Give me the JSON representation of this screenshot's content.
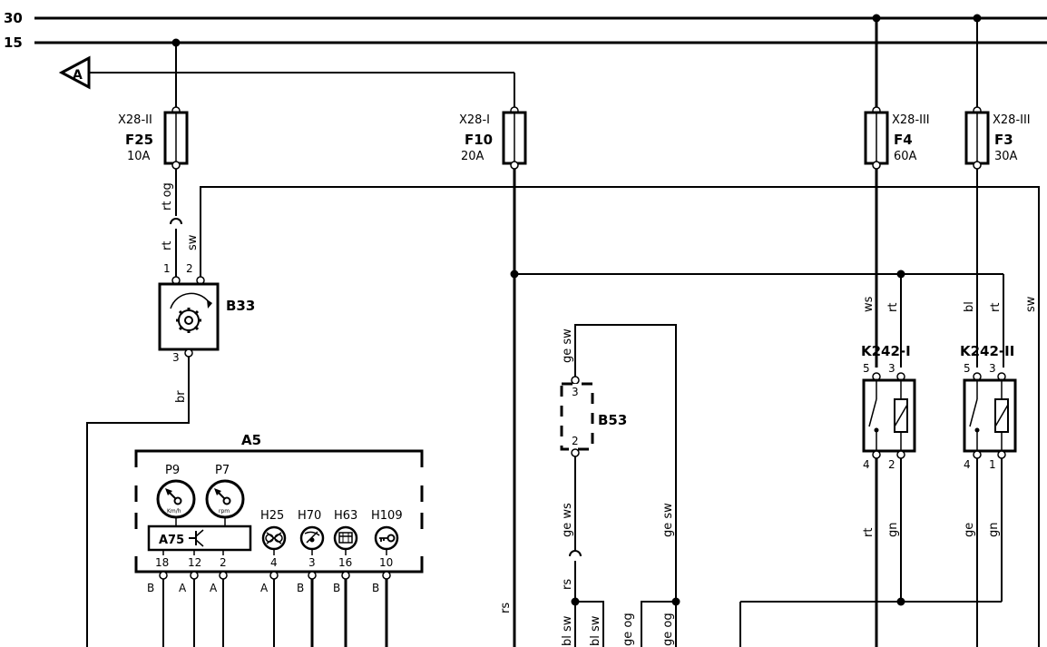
{
  "rails": [
    {
      "label": "30"
    },
    {
      "label": "15"
    }
  ],
  "connector_flag": {
    "label": "A"
  },
  "fuses": [
    {
      "connector": "X28-II",
      "name": "F25",
      "rating": "10A"
    },
    {
      "connector": "X28-I",
      "name": "F10",
      "rating": "20A"
    },
    {
      "connector": "X28-III",
      "name": "F4",
      "rating": "60A"
    },
    {
      "connector": "X28-III",
      "name": "F3",
      "rating": "30A"
    }
  ],
  "wire_colors": {
    "f25_out": "rt og",
    "b33_in1": "rt",
    "b33_in2": "sw",
    "b33_out": "br",
    "right_sw": "sw",
    "b53_top": "ge sw",
    "b53_bottom": "ge ws",
    "b53_lower": "rs",
    "f10_down": "rs",
    "right_ge_sw": "ge sw",
    "bottom_1": "bl sw",
    "bottom_2": "bl sw",
    "bottom_3": "ge og",
    "bottom_4": "ge og",
    "k1_in5": "ws",
    "k1_in3": "rt",
    "k1_out4": "rt",
    "k1_out2": "gn",
    "k2_in5": "bl",
    "k2_in3": "rt",
    "k2_out4": "ge",
    "k2_out1": "gn"
  },
  "components": {
    "b33": {
      "name": "B33",
      "pins": [
        "1",
        "2",
        "3"
      ]
    },
    "b53": {
      "name": "B53",
      "pins": [
        "3",
        "2"
      ]
    },
    "k242_1": {
      "name": "K242-I",
      "pins": [
        "5",
        "3",
        "4",
        "2"
      ]
    },
    "k242_2": {
      "name": "K242-II",
      "pins": [
        "5",
        "3",
        "4",
        "1"
      ]
    },
    "a5": {
      "name": "A5",
      "gauges": [
        {
          "name": "P9",
          "unit": "Km/h"
        },
        {
          "name": "P7",
          "unit": "rpm"
        }
      ],
      "module": "A75",
      "lamps": [
        "H25",
        "H70",
        "H63",
        "H109"
      ],
      "pins": [
        "18",
        "12",
        "2",
        "4",
        "3",
        "16",
        "10"
      ],
      "pin_groups": [
        "B",
        "A",
        "A",
        "A",
        "B",
        "B",
        "B"
      ]
    }
  }
}
